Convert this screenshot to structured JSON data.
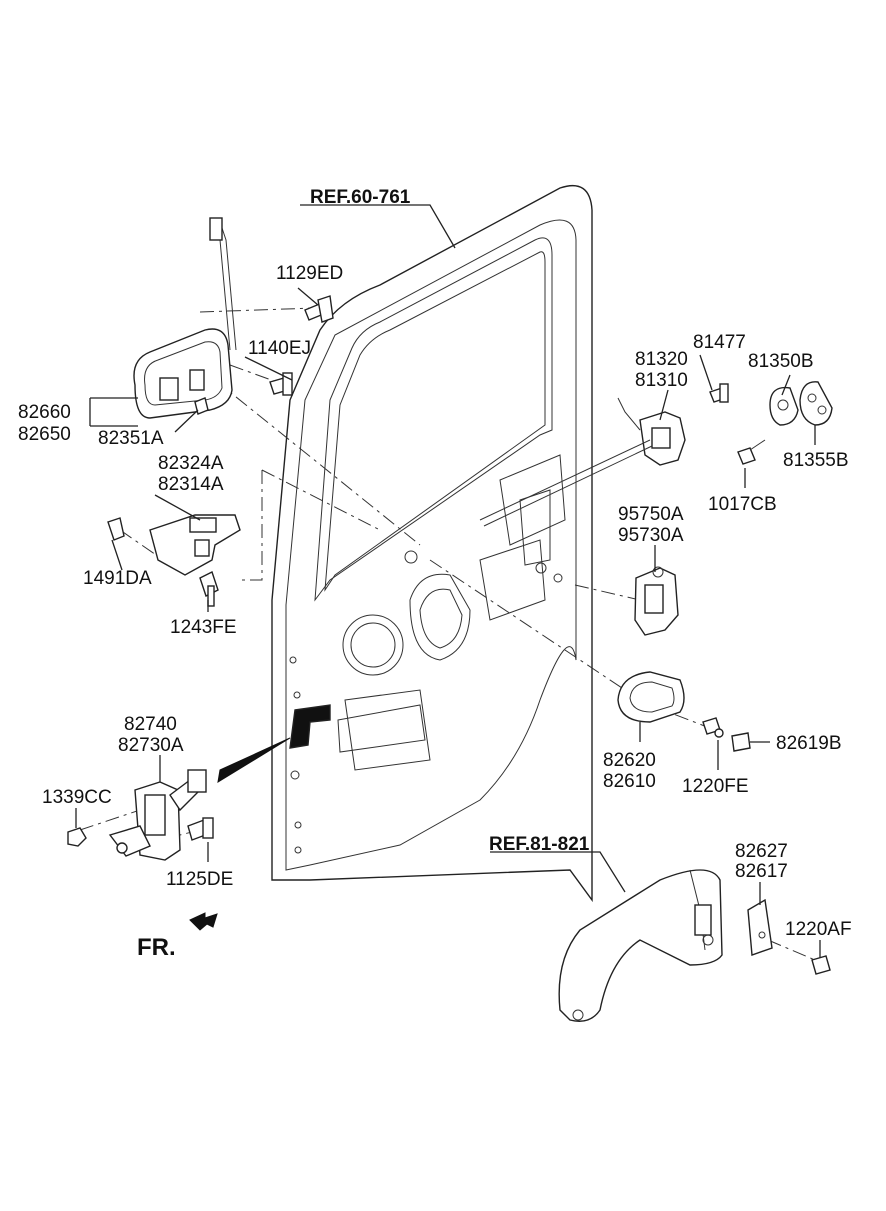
{
  "diagram": {
    "refs": {
      "ref_door": "REF.60-761",
      "ref_garnish": "REF.81-821"
    },
    "direction_marker": "FR.",
    "part_labels": {
      "p1129ED": "1129ED",
      "p1140EJ": "1140EJ",
      "p82660": "82660",
      "p82650": "82650",
      "p82351A": "82351A",
      "p82324A": "82324A",
      "p82314A": "82314A",
      "p1491DA": "1491DA",
      "p1243FE": "1243FE",
      "p81477": "81477",
      "p81320": "81320",
      "p81310": "81310",
      "p81350B": "81350B",
      "p81355B": "81355B",
      "p1017CB": "1017CB",
      "p95750A": "95750A",
      "p95730A": "95730A",
      "p82620": "82620",
      "p82610": "82610",
      "p82619B": "82619B",
      "p1220FE": "1220FE",
      "p82740": "82740",
      "p82730A": "82730A",
      "p1339CC": "1339CC",
      "p1125DE": "1125DE",
      "p82627": "82627",
      "p82617": "82617",
      "p1220AF": "1220AF"
    }
  }
}
